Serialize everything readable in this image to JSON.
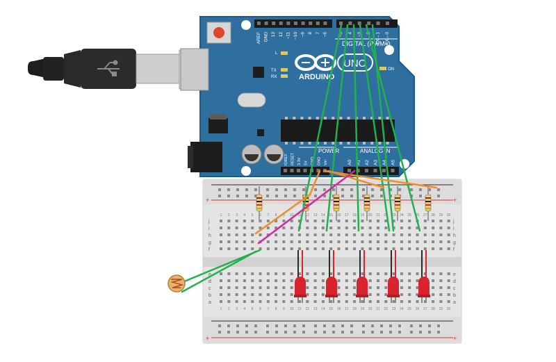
{
  "colors": {
    "board": "#2f6f9f",
    "board_edge": "#1f5a86",
    "breadboard": "#e4e4e4",
    "rail_red": "#d9343b",
    "wire_green": "#22b14c",
    "wire_orange": "#f28c28",
    "wire_magenta": "#d7259b",
    "led_red": "#d9232e",
    "resistor_body": "#e8c98a"
  },
  "board": {
    "brand": "ARDUINO",
    "model": "UNO",
    "on_label": "ON",
    "l_label": "L",
    "tx_label": "TX",
    "rx_label": "RX",
    "digital_label": "DIGITAL (PWM~)",
    "power_label": "POWER",
    "analog_label": "ANALOG IN",
    "top_pins": [
      "AREF",
      "GND",
      "13",
      "12",
      "~11",
      "~10",
      "~9",
      "8",
      "7",
      "~6",
      "~5",
      "4",
      "~3",
      "2",
      "TX→1",
      "RX←0"
    ],
    "power_pins": [
      "IOREF",
      "RESET",
      "3.3V",
      "5V",
      "GND",
      "GND",
      "Vin"
    ],
    "analog_pins": [
      "A0",
      "A1",
      "A2",
      "A3",
      "A4",
      "A5"
    ]
  },
  "breadboard": {
    "row_letters_top": [
      "j",
      "i",
      "h",
      "g",
      "f"
    ],
    "row_letters_bottom": [
      "e",
      "d",
      "c",
      "b",
      "a"
    ],
    "column_numbers": [
      "1",
      "2",
      "3",
      "4",
      "5",
      "6",
      "7",
      "8",
      "9",
      "10",
      "11",
      "12",
      "13",
      "14",
      "15",
      "16",
      "17",
      "18",
      "19",
      "20",
      "21",
      "22",
      "23",
      "24",
      "25",
      "26",
      "27",
      "28",
      "29",
      "30"
    ],
    "rail_plus": "+",
    "rail_minus": "-"
  },
  "icons": {
    "usb_cable": "usb-cable-icon",
    "usb_symbol": "usb-symbol-icon",
    "photoresistor": "photoresistor-icon"
  }
}
